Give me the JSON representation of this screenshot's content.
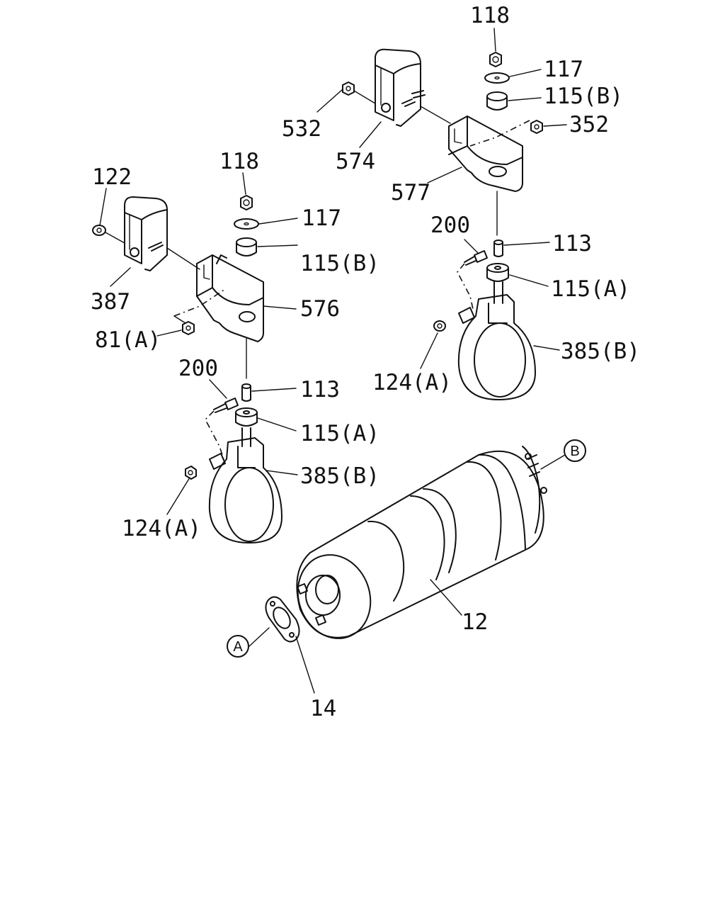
{
  "callouts": {
    "l_122": "122",
    "l_387": "387",
    "l_118_left": "118",
    "l_117_left": "117",
    "l_115b_left": "115(B)",
    "l_576": "576",
    "l_81a": "81(A)",
    "l_200_left": "200",
    "l_113_left": "113",
    "l_115a_left": "115(A)",
    "l_385b_left": "385(B)",
    "l_124a_left": "124(A)",
    "l_118_right": "118",
    "l_117_right": "117",
    "l_115b_right": "115(B)",
    "l_532": "532",
    "l_574": "574",
    "l_352": "352",
    "l_577": "577",
    "l_200_right": "200",
    "l_113_right": "113",
    "l_115a_right": "115(A)",
    "l_385b_right": "385(B)",
    "l_124a_right": "124(A)",
    "l_12": "12",
    "l_14": "14"
  },
  "refs": {
    "ref_a": "A",
    "ref_b": "B"
  }
}
